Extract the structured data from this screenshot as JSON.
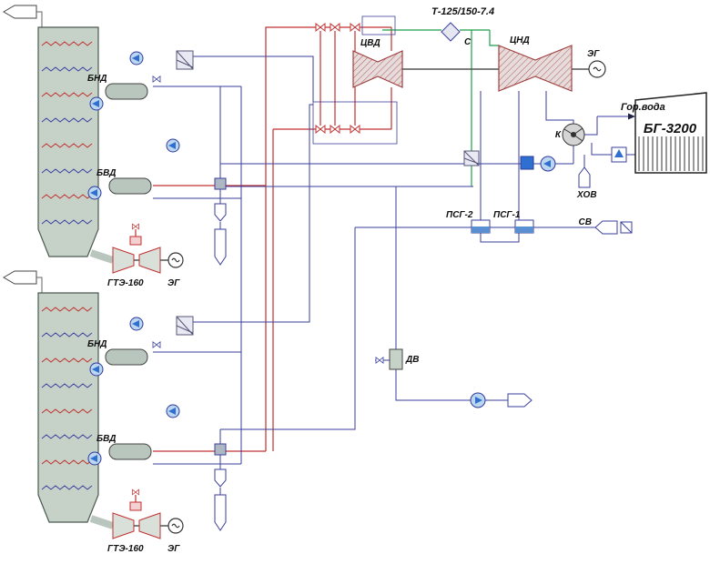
{
  "diagram": {
    "title": "Т-125/150-7.4",
    "labels": {
      "cvd": "ЦВД",
      "cnd": "ЦНД",
      "separator": "С",
      "generator": "ЭГ",
      "condenser": "К",
      "hot_water": "Гор.вода",
      "storage_tank": "БГ-3200",
      "makeup_water": "ХОВ",
      "network_water": "СВ",
      "psg2": "ПСГ-2",
      "psg1": "ПСГ-1",
      "deaerator": "ДВ"
    },
    "hrsg1": {
      "lp_drum": "БНД",
      "hp_drum": "БВД",
      "gas_turbine": "ГТЭ-160",
      "generator": "ЭГ"
    },
    "hrsg2": {
      "lp_drum": "БНД",
      "hp_drum": "БВД",
      "gas_turbine": "ГТЭ-160",
      "generator": "ЭГ"
    },
    "colors": {
      "hp_steam": "#c03030",
      "lp_steam": "#1f9e4b",
      "condensate": "#3a3f9e",
      "equipment": "#c6d2c8",
      "pump": "#2f6fd0"
    }
  }
}
